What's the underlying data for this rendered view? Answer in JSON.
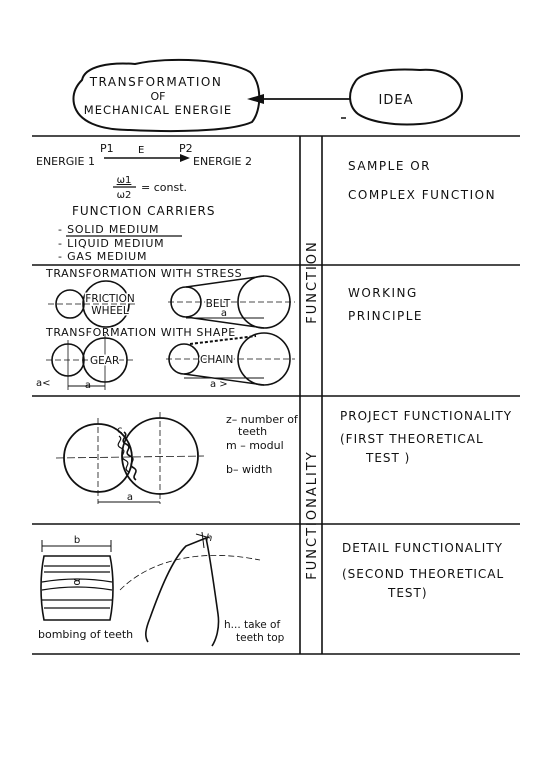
{
  "header": {
    "transformation_line1": "TRANSFORMATION",
    "transformation_line2": "OF",
    "transformation_line3": "MECHANICAL ENERGIE",
    "idea": "IDEA"
  },
  "rows": [
    {
      "left": {
        "p1": "P1",
        "e": "E",
        "p2": "P2",
        "energie1": "ENERGIE 1",
        "energie2": "ENERGIE 2",
        "omega_num": "ω1",
        "omega_den": "ω2",
        "const": "= const.",
        "carriers_title": "FUNCTION CARRIERS",
        "carrier1": "- SOLID  MEDIUM",
        "carrier2": "- LIQUID  MEDIUM",
        "carrier3": "- GAS  MEDIUM"
      },
      "right": {
        "line1": "SAMPLE   OR",
        "line2": "COMPLEX  FUNCTION"
      }
    },
    {
      "left": {
        "stress_title": "TRANSFORMATION WITH  STRESS",
        "friction": "FRICTION",
        "wheel": "WHEEL",
        "belt": "BELT",
        "a_belt": "a",
        "shape_title": "TRANSFORMATION  WITH  SHAPE",
        "gear": "GEAR",
        "chain": "CHAIN",
        "a_gear": "a",
        "a_lt": "a<",
        "a_gt": "a >"
      },
      "right": {
        "line1": "WORKING",
        "line2": "PRINCIPLE"
      }
    },
    {
      "left": {
        "c": "c",
        "z1": "z– number of",
        "z2": "teeth",
        "m": "m – modul",
        "b": "b– width",
        "a": "a"
      },
      "right": {
        "line1": "PROJECT  FUNCTIONALITY",
        "line2": "(FIRST  THEORETICAL",
        "line3": "TEST )"
      }
    },
    {
      "left": {
        "b": "b",
        "alpha": "α",
        "bombing": "bombing of teeth",
        "h": "h",
        "h_take1": "h... take of",
        "h_take2": "teeth top"
      },
      "right": {
        "line1": "DETAIL  FUNCTIONALITY",
        "line2": "(SECOND  THEORETICAL",
        "line3": "TEST)"
      }
    }
  ],
  "side_labels": {
    "function": "FUNCTION",
    "functionality": "FUNCTIONALITY"
  }
}
